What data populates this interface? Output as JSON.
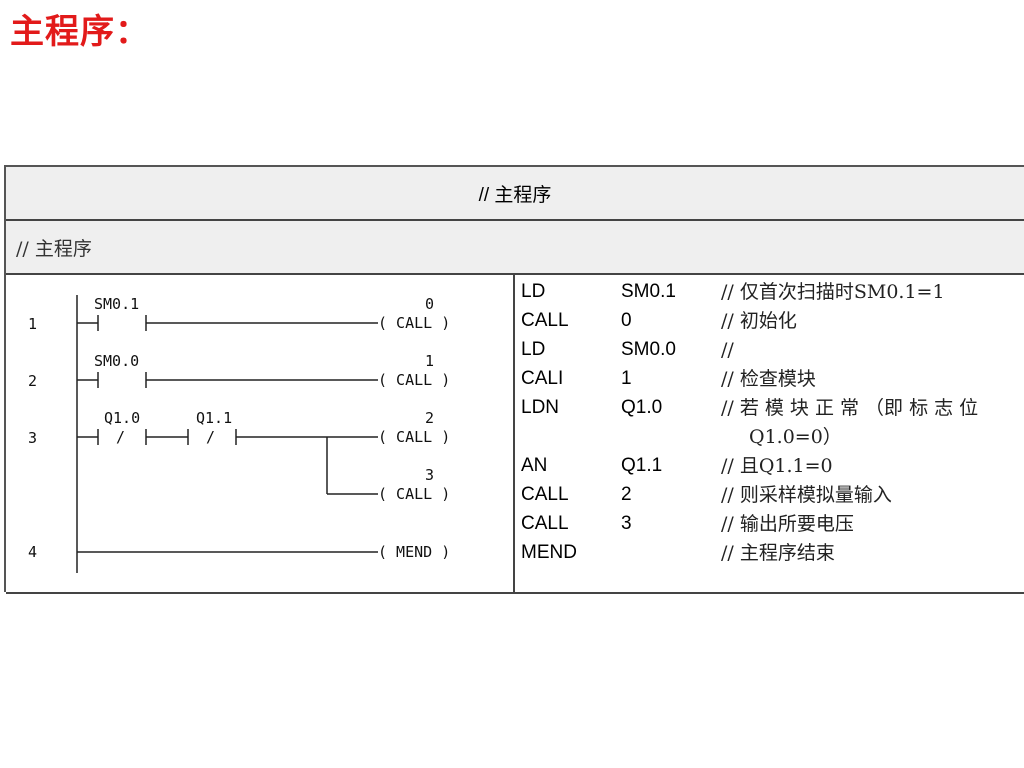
{
  "page_title": "主程序：",
  "table": {
    "header": "// 主程序",
    "comment": "// 主程序",
    "ladder": {
      "networks": [
        {
          "number": "1",
          "contacts": [
            "SM0.1"
          ],
          "coil_param": "0",
          "coil": "( CALL  )"
        },
        {
          "number": "2",
          "contacts": [
            "SM0.0"
          ],
          "coil_param": "1",
          "coil": "( CALL  )"
        },
        {
          "number": "3",
          "contacts": [
            "Q1.0",
            "Q1.1"
          ],
          "contact_symbols": [
            "/",
            "/"
          ],
          "coil_param": "2",
          "coil": "( CALL  )",
          "branch_param": "3",
          "branch_coil": "( CALL  )"
        },
        {
          "number": "4",
          "contacts": [],
          "coil": "( MEND  )"
        }
      ]
    },
    "stl": [
      {
        "op": "LD",
        "arg": "SM0.1",
        "comment": "// 仅首次扫描时SM0.1=1"
      },
      {
        "op": "CALL",
        "arg": "0",
        "comment": "// 初始化"
      },
      {
        "op": "LD",
        "arg": "SM0.0",
        "comment": "//"
      },
      {
        "op": "CALI",
        "arg": "1",
        "comment": "// 检查模块"
      },
      {
        "op": "LDN",
        "arg": "Q1.0",
        "comment": "// 若 模 块 正 常 （即 标 志 位"
      },
      {
        "op": "",
        "arg": "",
        "comment": "Q1.0=0）"
      },
      {
        "op": "AN",
        "arg": "Q1.1",
        "comment": "// 且Q1.1=0"
      },
      {
        "op": "CALL",
        "arg": "2",
        "comment": "// 则采样模拟量输入"
      },
      {
        "op": "CALL",
        "arg": "3",
        "comment": "// 输出所要电压"
      },
      {
        "op": "MEND",
        "arg": "",
        "comment": "// 主程序结束"
      }
    ]
  }
}
